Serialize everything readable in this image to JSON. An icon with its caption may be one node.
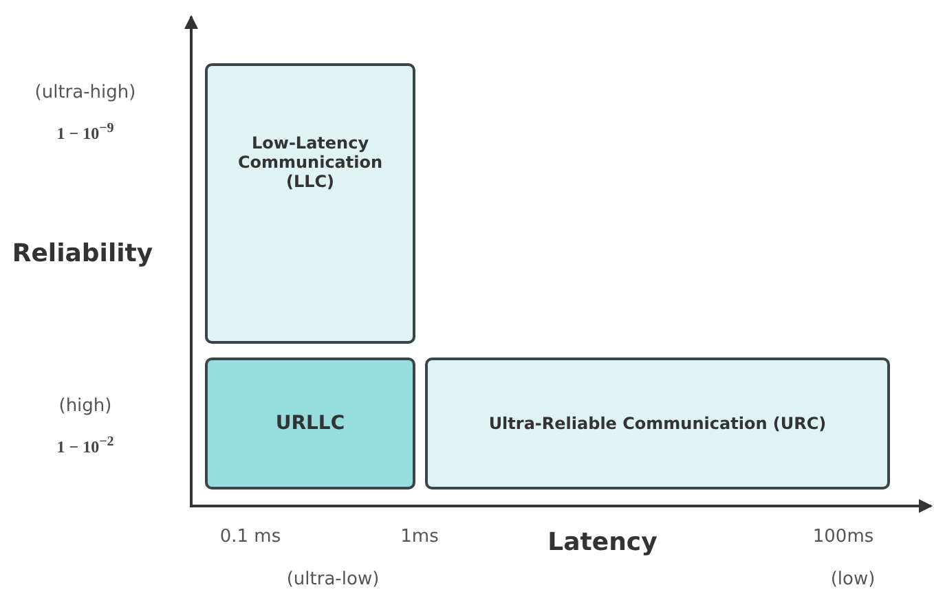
{
  "diagram": {
    "nodes": [
      {
        "text": [
          "Low-Latency Communication (LLC)"
        ]
      },
      {
        "text": [
          "URLLC"
        ]
      },
      {
        "text": [
          "Ultra-Reliable Communication (URC)"
        ]
      }
    ],
    "labels": [
      "(ultra-high)",
      "1 − 10$^{−9}$",
      "Reliability",
      "(high)",
      "1 − 10$^{−2}$",
      "0.1 ms",
      "1ms",
      "Latency",
      "100ms",
      "(ultra-low)",
      "(low)"
    ]
  }
}
